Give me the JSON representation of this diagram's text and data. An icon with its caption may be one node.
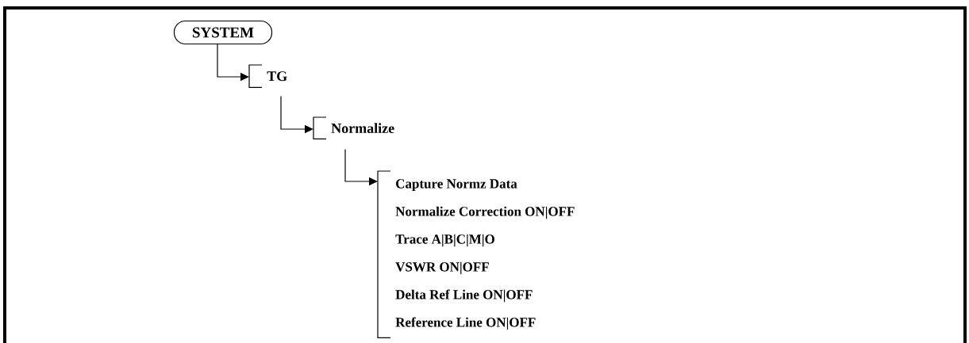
{
  "diagram": {
    "nodes": [
      {
        "text": [
          "SYSTEM"
        ]
      },
      {
        "text": [
          "TG"
        ]
      },
      {
        "text": [
          "Normalize"
        ]
      },
      {
        "text": [
          "Capture Normz Data",
          "Normalize Correction ON|OFF",
          "Trace A|B|C|M|O",
          "VSWR ON|OFF",
          "Delta Ref Line ON|OFF",
          "Reference Line ON|OFF"
        ]
      }
    ],
    "edges": [
      {
        "from": 0,
        "to": 1,
        "arrow": "to"
      },
      {
        "from": 1,
        "to": 2,
        "arrow": "to"
      },
      {
        "from": 2,
        "to": 3,
        "arrow": "to"
      }
    ]
  }
}
